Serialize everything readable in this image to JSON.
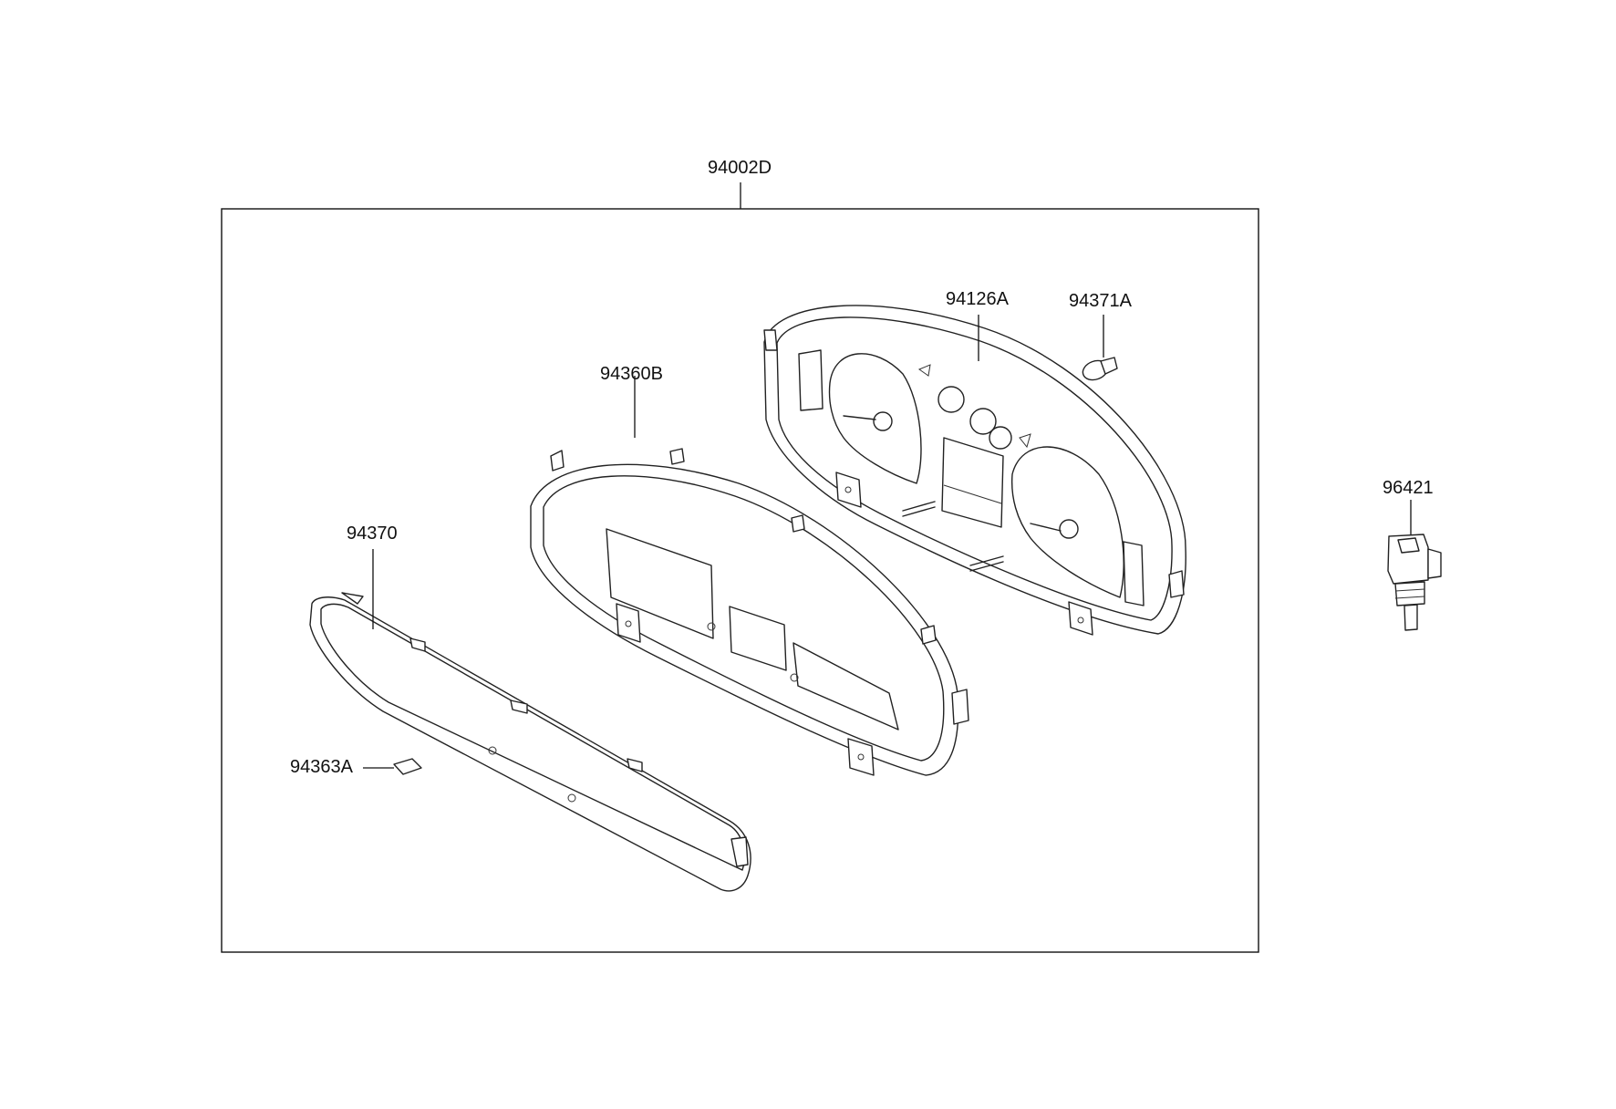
{
  "diagram": {
    "labels": {
      "assembly": "94002D",
      "gauge_panel": "94126A",
      "bulb": "94371A",
      "housing": "94360B",
      "lens": "94370",
      "clip": "94363A",
      "sensor": "96421"
    }
  }
}
